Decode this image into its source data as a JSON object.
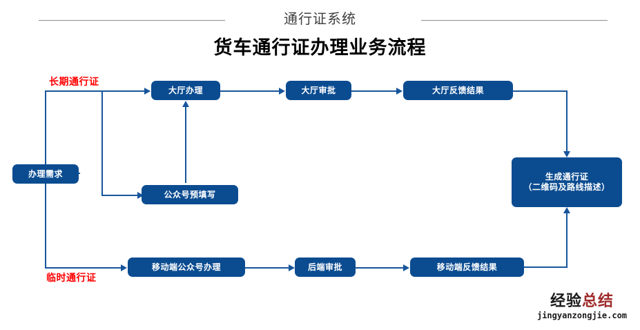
{
  "header": {
    "subtitle": "通行证系统",
    "title": "货车通行证办理业务流程",
    "rule_color": "#8d8d8d"
  },
  "theme": {
    "node_fill": "#0b4c91",
    "node_text": "#ffffff",
    "connector": "#17559c",
    "branch_label": "#ff0000",
    "background": "#ffffff"
  },
  "nodes": {
    "start": {
      "label": "办理需求"
    },
    "hall_apply": {
      "label": "大厅办理"
    },
    "prefill": {
      "label": "公众号预填写"
    },
    "hall_review": {
      "label": "大厅审批"
    },
    "hall_result": {
      "label": "大厅反馈结果"
    },
    "generate": {
      "line1": "生成通行证",
      "line2": "（二维码及路线描述）"
    },
    "mobile_apply": {
      "label": "移动端公众号办理"
    },
    "backend_review": {
      "label": "后端审批"
    },
    "mobile_result": {
      "label": "移动端反馈结果"
    }
  },
  "branch_labels": {
    "long_term": "长期通行证",
    "temporary": "临时通行证"
  },
  "watermark": {
    "cn_dark": "经验",
    "cn_red": "总结",
    "url": "jingyanzongjie.com"
  }
}
